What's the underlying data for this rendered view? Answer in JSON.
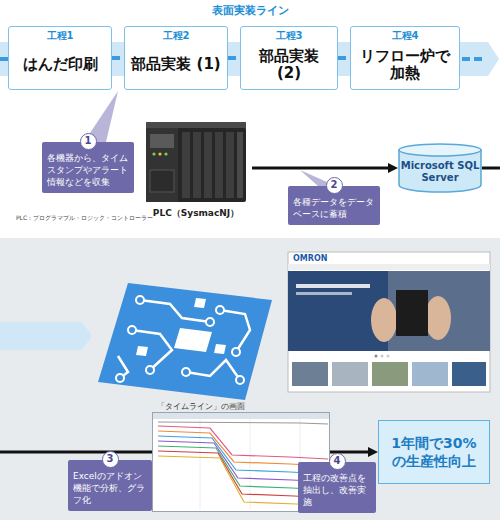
{
  "diagram": {
    "title": "表面実装ライン",
    "nodes": [
      {
        "text": [
          "工程1",
          "はんだ印刷"
        ]
      },
      {
        "text": [
          "工程2",
          "部品実装 (1)"
        ]
      },
      {
        "text": [
          "工程3",
          "部品実装 (2)"
        ]
      },
      {
        "text": [
          "工程4",
          "リフロー炉で加熱"
        ]
      },
      {
        "text": [
          "1",
          "各機器から、タイムスタンプやアラート情報などを収集"
        ]
      },
      {
        "text": [
          "PLC（SysmacNJ）"
        ]
      },
      {
        "text": [
          "Microsoft SQL Server"
        ]
      },
      {
        "text": [
          "2",
          "各種データをデータベースに蓄積"
        ]
      },
      {
        "text": [
          "「タイムライン」の画面"
        ]
      },
      {
        "text": [
          "3",
          "Excelのアドオン機能で分析、グラフ化"
        ]
      },
      {
        "text": [
          "4",
          "工程の改善点を抽出し、改善実施"
        ]
      },
      {
        "text": [
          "1年間で30%の生産性向上"
        ]
      }
    ],
    "edges": [
      {
        "from": 0,
        "to": 1,
        "arrow": "none"
      },
      {
        "from": 1,
        "to": 2,
        "arrow": "none"
      },
      {
        "from": 2,
        "to": 3,
        "arrow": "none"
      },
      {
        "from": 5,
        "to": 6,
        "arrow": "to"
      }
    ],
    "labels": [
      "PLC：プログラマブル・ロジック・コントローラー",
      "OMRON"
    ]
  }
}
